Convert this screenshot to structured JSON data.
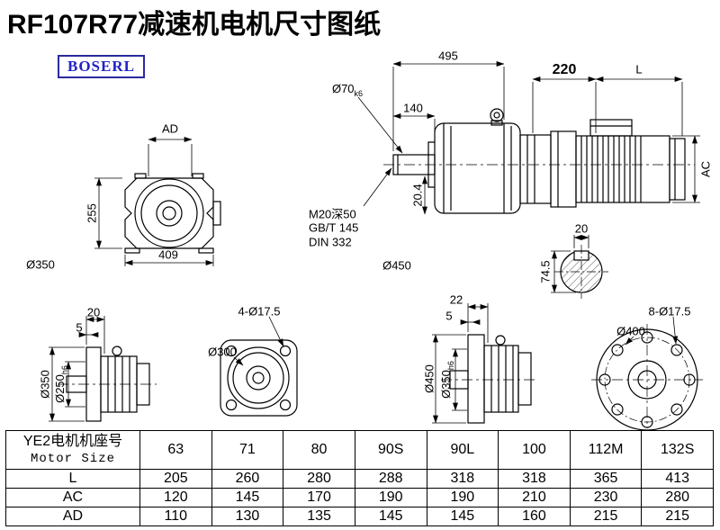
{
  "title": "RF107R77减速机电机尺寸图纸",
  "logo": "BOSERL",
  "labels": {
    "ad": "AD",
    "h255": "255",
    "w409": "409",
    "front_dia": "Ø350",
    "total_len": "495",
    "shaft_len": "140",
    "shaft_dia": "Ø70",
    "shaft_dia_tol": "k6",
    "tap1": "M20深50",
    "tap2": "GB/T 145",
    "tap3": "DIN 332",
    "recess": "20.4",
    "out_flange_dia": "Ø450",
    "motor_len1": "220",
    "motor_len2": "L",
    "motor_height": "AC",
    "key_w": "20",
    "key_h": "74.5",
    "fa_20": "20",
    "fa_5": "5",
    "fa_d350": "Ø350",
    "fa_d250": "Ø250",
    "fa_d250_tol": "h6",
    "fb_holes": "4-Ø17.5",
    "fb_d300": "Ø300",
    "fc_22": "22",
    "fc_5": "5",
    "fc_d450": "Ø450",
    "fc_d350": "Ø350",
    "fc_d350_tol": "h6",
    "fd_d400": "Ø400",
    "fd_holes": "8-Ø17.5"
  },
  "table": {
    "header_cn": "YE2电机机座号",
    "header_en": "Motor Size",
    "columns": [
      "63",
      "71",
      "80",
      "90S",
      "90L",
      "100",
      "112M",
      "132S"
    ],
    "rows": [
      {
        "label": "L",
        "values": [
          "205",
          "260",
          "280",
          "288",
          "318",
          "318",
          "365",
          "413"
        ]
      },
      {
        "label": "AC",
        "values": [
          "120",
          "145",
          "170",
          "190",
          "190",
          "210",
          "230",
          "280"
        ]
      },
      {
        "label": "AD",
        "values": [
          "110",
          "130",
          "135",
          "145",
          "145",
          "160",
          "215",
          "215"
        ]
      }
    ]
  }
}
